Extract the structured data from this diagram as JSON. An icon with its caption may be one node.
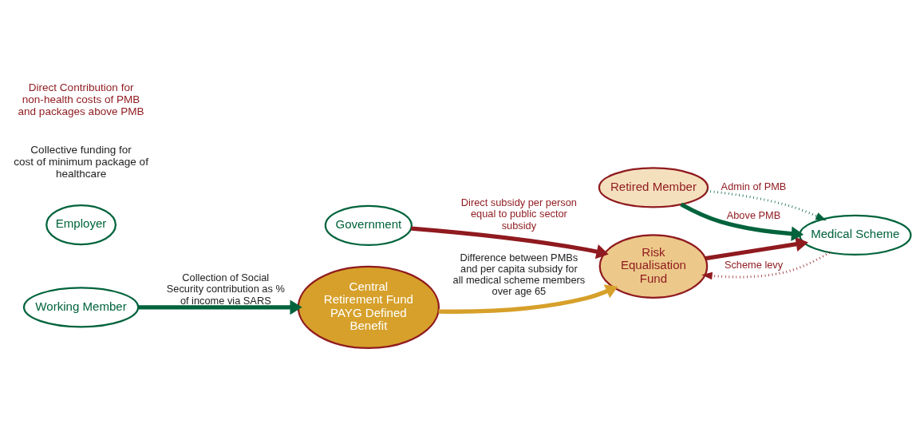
{
  "diagram": {
    "nodes": [
      {
        "text": [
          "Central Retirement Fund PAYG Defined Benefit"
        ]
      },
      {
        "text": [
          "Working Member"
        ]
      },
      {
        "text": [
          "Employer"
        ]
      },
      {
        "text": [
          "Government"
        ]
      },
      {
        "text": [
          "Risk Equalisation Fund"
        ]
      },
      {
        "text": [
          "Retired Member"
        ]
      },
      {
        "text": [
          "Medical Scheme"
        ]
      }
    ],
    "edges": [
      {
        "from": 1,
        "to": 0,
        "arrow": "to",
        "label": "Collection of Social Security contribution as % of income via SARS",
        "color": "#00633c"
      },
      {
        "from": 0,
        "to": 4,
        "arrow": "to",
        "label": "Difference between PMBs and per capita subsidy for all medical scheme members over age 65",
        "color": "#d6a02a"
      },
      {
        "from": 3,
        "to": 4,
        "arrow": "to",
        "label": "Direct subsidy per person equal to public sector subsidy",
        "color": "#8f1a1f"
      },
      {
        "from": 4,
        "to": 6,
        "arrow": "to",
        "color": "#8f1a1f"
      },
      {
        "from": 6,
        "to": 4,
        "arrow": "to",
        "label": "Scheme levy",
        "style": "dashed",
        "color": "#8f1a1f"
      },
      {
        "from": 5,
        "to": 6,
        "arrow": "to",
        "label": "Admin of PMB",
        "style": "dashed",
        "color": "#00633c"
      },
      {
        "from": 5,
        "to": 6,
        "arrow": "to",
        "label": "Above PMB",
        "color": "#00633c"
      }
    ],
    "labels": [
      "Collective funding for cost of minimum package of healthcare",
      "Direct Contribution for non-health costs of PMB and packages above PMB"
    ]
  }
}
